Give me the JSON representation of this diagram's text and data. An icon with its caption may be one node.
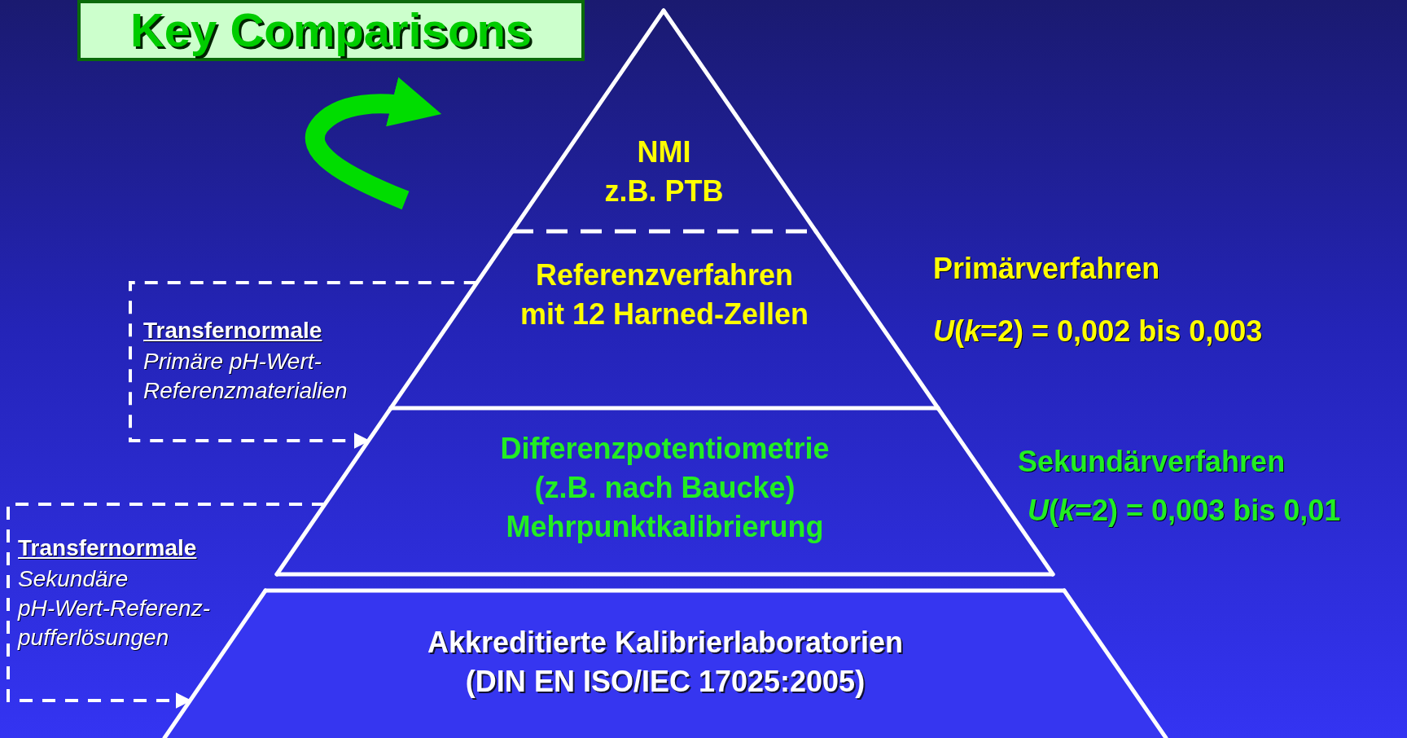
{
  "diagram": {
    "nodes": [
      {
        "text": [
          "Key Comparisons"
        ]
      },
      {
        "text": [
          "NMI",
          "z.B. PTB"
        ]
      },
      {
        "text": [
          "Referenzverfahren mit 12 Harned-Zellen"
        ]
      },
      {
        "text": [
          "Differenzpotentiometrie (z.B. nach Baucke) Mehrpunktkalibrierung"
        ]
      },
      {
        "text": [
          "Akkreditierte Kalibrierlaboratorien (DIN EN ISO/IEC 17025:2005)"
        ]
      }
    ],
    "edges": [
      {
        "from": null,
        "to": 1,
        "arrow": "to",
        "style": "thick",
        "color": "#00dd00"
      },
      {
        "from": 2,
        "to": 3,
        "arrow": "to",
        "style": "dashed"
      },
      {
        "from": 3,
        "to": 4,
        "arrow": "to",
        "style": "dashed"
      }
    ],
    "labels": [
      "Primärverfahren",
      "*U*(*k*=2) = 0,002 bis 0,003",
      "Transfernormale",
      "Primäre pH-Wert-Referenzmaterialien",
      "Sekundärverfahren",
      "*U*(*k*=2) = 0,003 bis 0,01",
      "Transfernormale",
      "Sekundäre pH-Wert-Referenz-pufferlösungen"
    ]
  }
}
